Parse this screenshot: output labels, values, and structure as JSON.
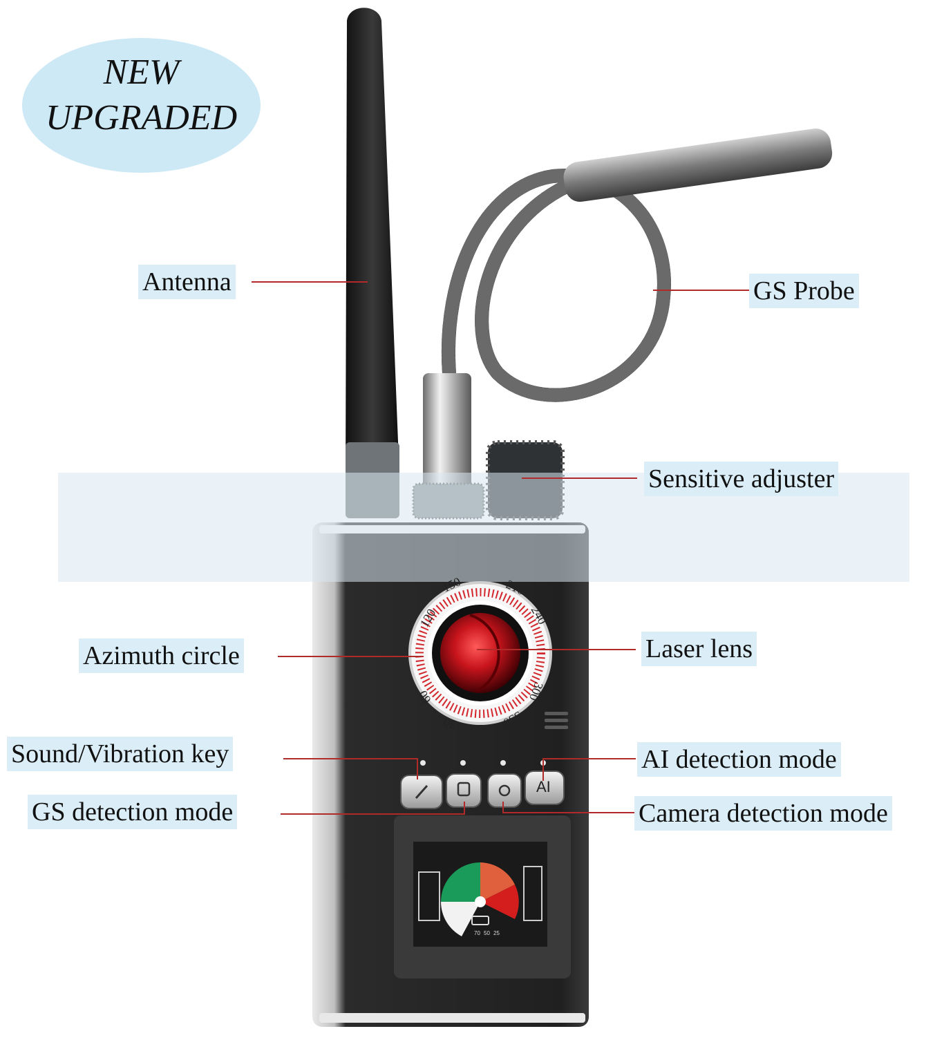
{
  "badge": {
    "line1": "NEW",
    "line2": "UPGRADED"
  },
  "labels": {
    "antenna": "Antenna",
    "gs_probe": "GS Probe",
    "sensitive_adjuster": "Sensitive adjuster",
    "azimuth_circle": "Azimuth circle",
    "laser_lens": "Laser lens",
    "sound_vibration_key": "Sound/Vibration key",
    "ai_detection_mode": "AI detection mode",
    "gs_detection_mode": "GS detection mode",
    "camera_detection_mode": "Camera detection mode"
  },
  "dial": {
    "ticks": [
      "150",
      "210",
      "240",
      "300",
      "330",
      "30",
      "60",
      "120"
    ]
  },
  "buttons": {
    "ai": "AI"
  },
  "screen": {
    "scale": [
      "70",
      "50",
      "25"
    ]
  },
  "colors": {
    "label_bg": "#dbeef7",
    "leader": "#b02a2a",
    "lens": "#c8141c",
    "device": "#2a2a2a"
  }
}
